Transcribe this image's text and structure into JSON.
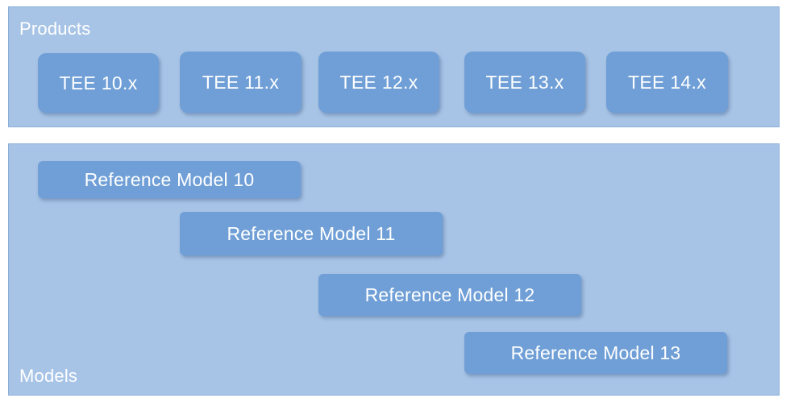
{
  "products": {
    "label": "Products",
    "items": [
      {
        "label": "TEE 10.x"
      },
      {
        "label": "TEE 11.x"
      },
      {
        "label": "TEE 12.x"
      },
      {
        "label": "TEE 13.x"
      },
      {
        "label": "TEE 14.x"
      }
    ]
  },
  "models": {
    "label": "Models",
    "items": [
      {
        "label": "Reference Model 10"
      },
      {
        "label": "Reference Model 11"
      },
      {
        "label": "Reference Model 12"
      },
      {
        "label": "Reference Model 13"
      }
    ]
  },
  "colors": {
    "panel_fill": "#a7c4e6",
    "tile_fill": "#6f9fd6",
    "text": "#ffffff"
  }
}
